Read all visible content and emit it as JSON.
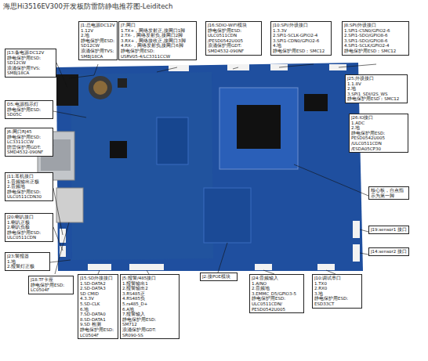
{
  "diagram": {
    "title": "海思Hi3516EV300开发板防雷防静电推荐图-Leiditech",
    "nodes": [
      {
        "text": [
          "J1:总电源DC12V",
          "1.12V",
          "2.地",
          "静电保护用ESD:",
          "SD12CW",
          "浪涌保护用TVS:",
          "SMBJ18CA"
        ]
      },
      {
        "text": [
          "J7:网口",
          "1.TX+，网络发射正,接网口1脚",
          "2.TX-，网络发射负,接网口2脚",
          "3.RX+，网络接收正,接网口3脚",
          "4.RX-，网络发射负,接网口6脚",
          "静电保护用ESD:",
          "USRV05-4/LC3311CCW"
        ]
      },
      {
        "text": [
          "J16:SDIO-WIFI模块",
          "静电保护用ESD:",
          "ULC0511CDN",
          "/PESD0542U005",
          "浪涌保护用GDT:",
          "SMD4532-090NF"
        ]
      },
      {
        "text": [
          "J10:SPI/外设接口",
          "1.3.3V",
          "2.SPI1-SCLK-GPIO2-4",
          "3.SPI1-CDN0/GPIO2-6",
          "4.地",
          "静电保护用ESD：SMC12"
        ]
      },
      {
        "text": [
          "J8:SPI/外设接口",
          "1.SPI1-CSN0/GPIO2-6",
          "2.SPI1-SDO/GPIO8-6",
          "3.SPI1-SDO/GPIO8-6",
          "4.SPI1-SCLK/GPIO2-4",
          "静电保护用ESD：SMC12"
        ]
      },
      {
        "text": [
          "J13:备电源DC12V",
          "静电保护用ESD:",
          "SD12CW",
          "浪涌保护用TVS:",
          "SMBJ18CA"
        ]
      },
      {
        "text": [
          "D5:电源指示灯",
          "静电保护用ESD:",
          "SD05C"
        ]
      },
      {
        "text": [
          "J6:网口RJ45",
          "静电保护用ESD:",
          "LC3311CCW",
          "防雷保护用GDT:",
          "SMD4532-090NF"
        ]
      },
      {
        "text": [
          "J11:耳机接口",
          "1.音频输出正极",
          "2.音频地",
          "静电保护用ESD:",
          "ULC0511CDN30"
        ]
      },
      {
        "text": [
          "J20:喇叭接口",
          "1.喇叭正极",
          "2.喇叭负极",
          "静电保护用ESD:",
          "ULC0511CDN"
        ]
      },
      {
        "text": [
          "J23:警报器",
          "1.地",
          "2.报警灯正极"
        ]
      },
      {
        "text": [
          "J25:外设接口",
          "1.1.8V",
          "2.地",
          "3.SPI1_SDI/I2S_WS",
          "静电保护用ESD：SMC12"
        ]
      },
      {
        "text": [
          "J26:IO接口",
          "1.ADC",
          "2.地",
          "静电保护用ESD:",
          "PESD0542U005",
          "/ULC0511CDN",
          "/ESDA05CP30"
        ]
      },
      {
        "text": [
          "核心板，自点指示为第一脚"
        ]
      },
      {
        "text": [
          "J19:sensor1 接口"
        ]
      },
      {
        "text": [
          "J14:sensor2 接口"
        ]
      },
      {
        "text": [
          "J18:TF卡座",
          "静电保护用ESD:",
          "LC0504F"
        ]
      },
      {
        "text": [
          "J15:SD外接接口",
          "1.SD-DATA2",
          "2.SD-DATA3",
          "SD CMID",
          "4.3.3V",
          "5.SD-CLK",
          "6.地",
          "7.SD-DATA0",
          "8.SD-DATA1",
          "9.SD 检测",
          "静电保护用ESD:",
          "LC0504F"
        ]
      },
      {
        "text": [
          "J5:报警/485接口",
          "1.报警输出1",
          "2.报警输出2",
          "3.RS485正",
          "4.RS485负",
          "5.rs485_D+",
          "6.A地",
          "7.报警输入",
          "静电保护用ESD:",
          "SM712",
          "浪涌保护用GDT:",
          "SR090-SS"
        ]
      },
      {
        "text": [
          "J2:接POE模块"
        ]
      },
      {
        "text": [
          "J24:音频输入",
          "1.AINO",
          "2.音频地",
          "3.EMMC_D5/GPIO3-5",
          "静电保护用ESD:",
          "ULC0511CDN/",
          "PESD0542U005"
        ]
      },
      {
        "text": [
          "J10:调试串口",
          "1.TX0",
          "2.RX0",
          "3.地",
          "静电保护用ESD:",
          "ESD33CT"
        ]
      }
    ]
  }
}
